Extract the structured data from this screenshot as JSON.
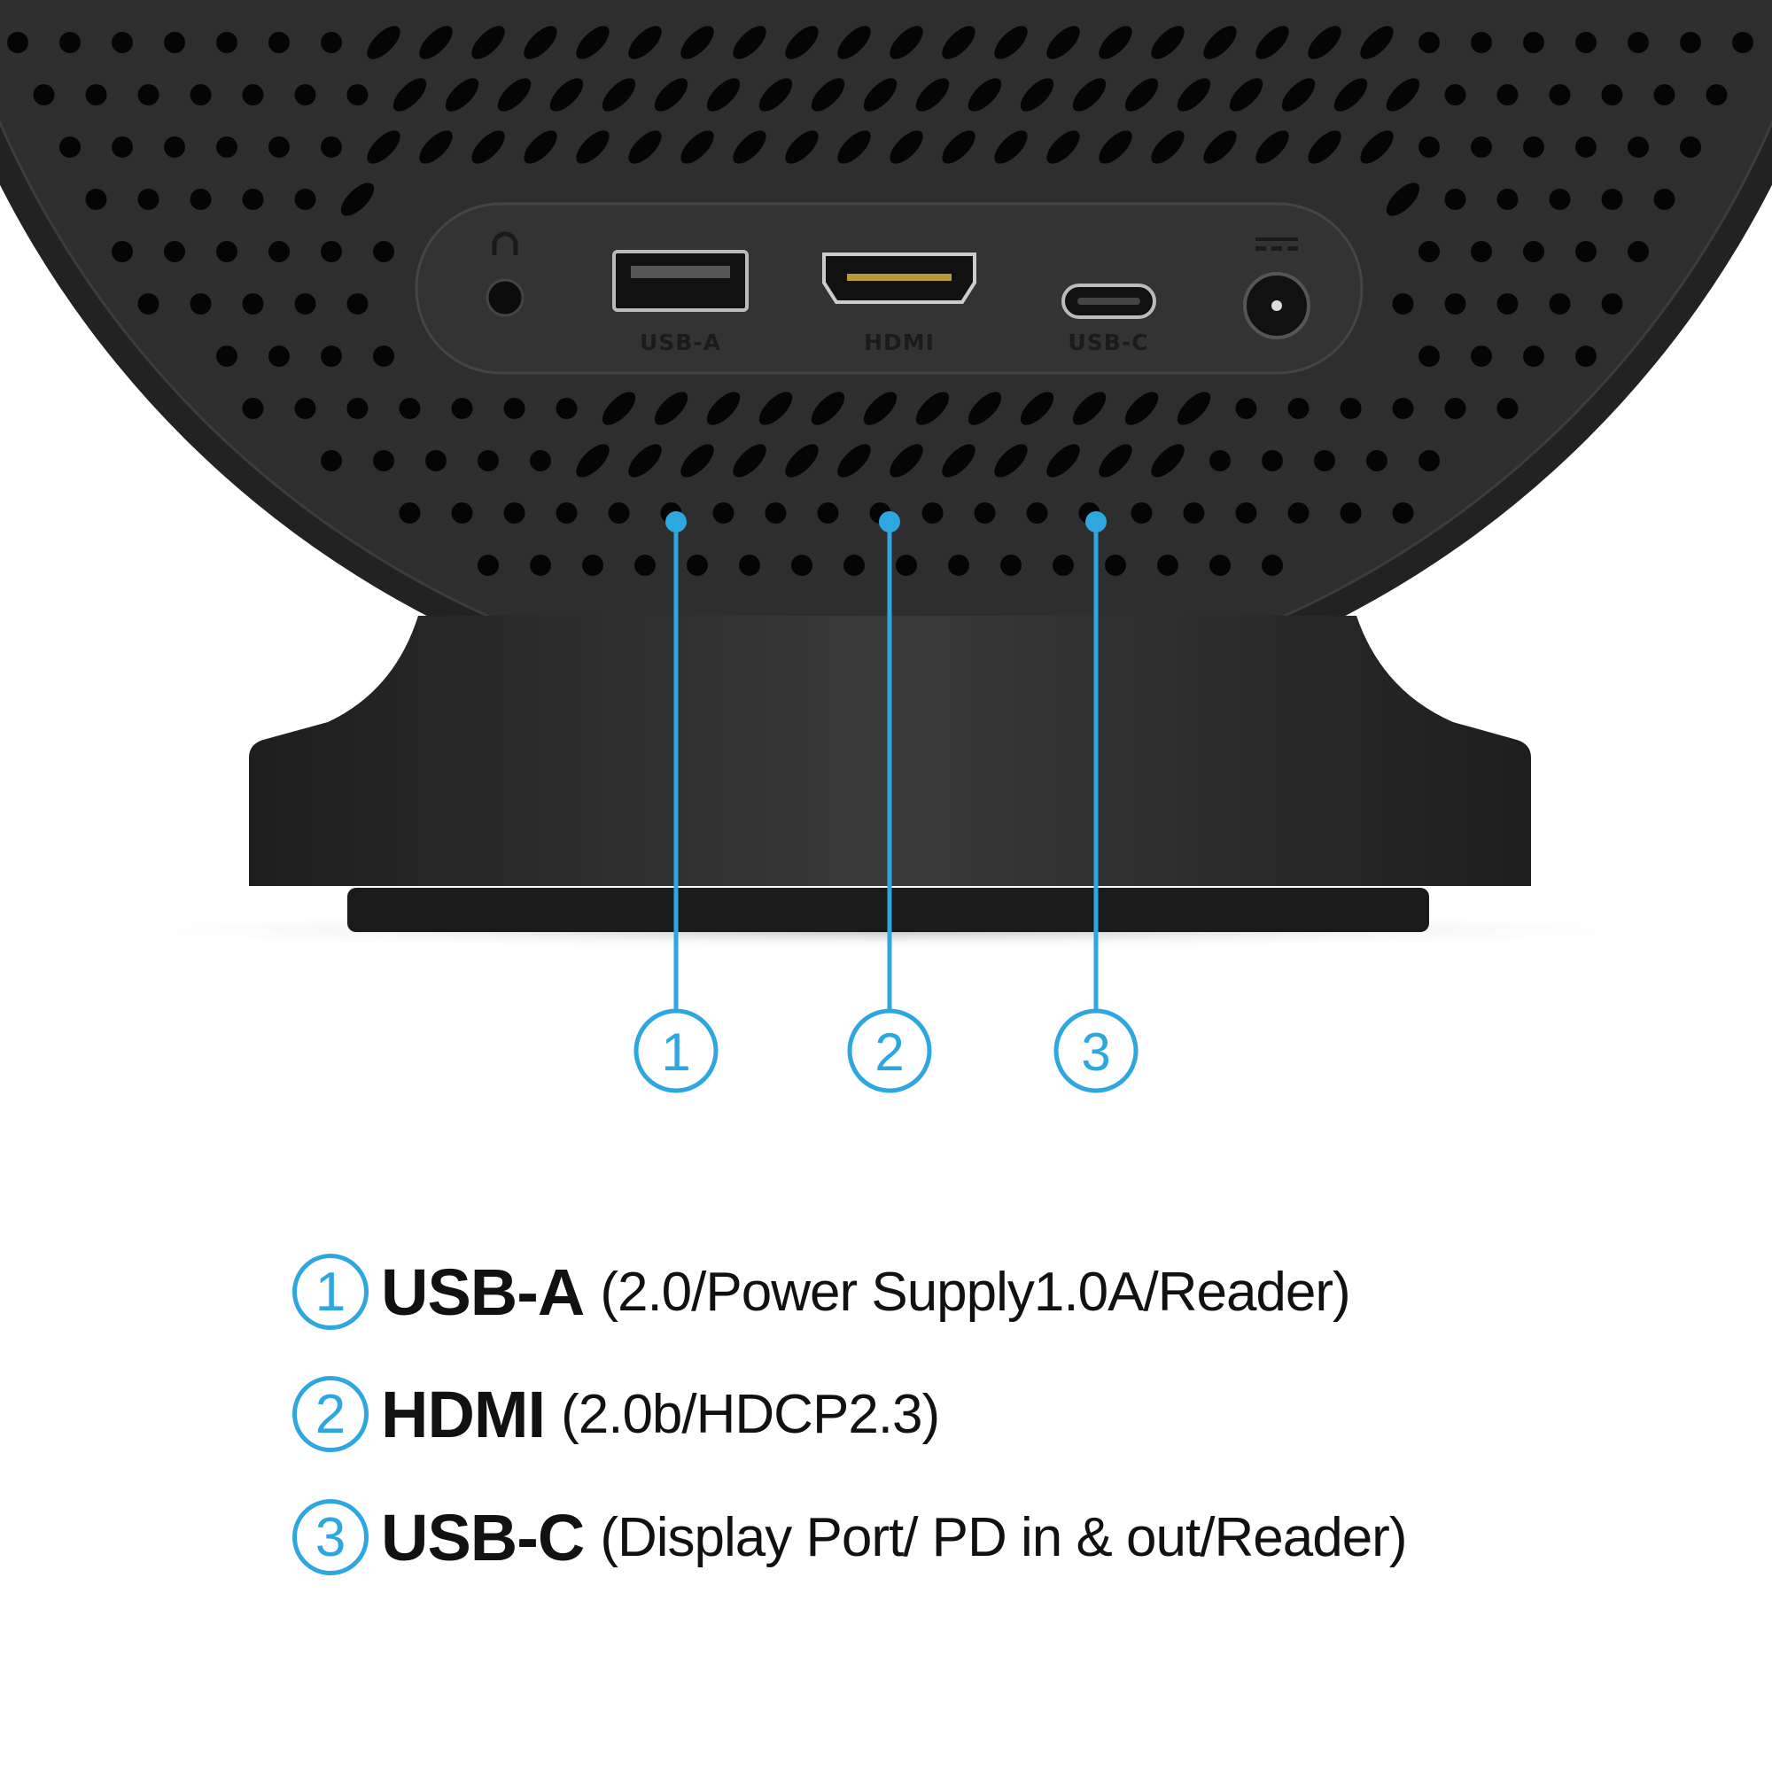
{
  "device": {
    "port_labels": [
      "USB-A",
      "HDMI",
      "USB-C"
    ],
    "accent_color": "#2ea6e0",
    "body_color": "#2b2b2b"
  },
  "callouts": [
    "1",
    "2",
    "3"
  ],
  "legend": [
    {
      "number": "1",
      "name": "USB-A",
      "detail": "(2.0/Power Supply1.0A/Reader)"
    },
    {
      "number": "2",
      "name": "HDMI",
      "detail": "(2.0b/HDCP2.3)"
    },
    {
      "number": "3",
      "name": "USB-C",
      "detail": "(Display Port/ PD in & out/Reader)"
    }
  ]
}
